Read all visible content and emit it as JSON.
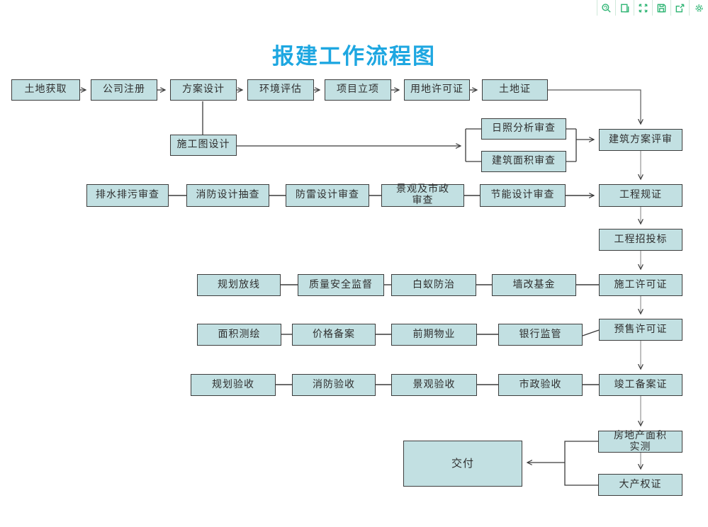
{
  "title": "报建工作流程图",
  "toolbar": {
    "icons": [
      "zoom",
      "fit-page",
      "fullscreen",
      "save",
      "export",
      "settings"
    ]
  },
  "nodes": {
    "land": {
      "label": "土地获取"
    },
    "company": {
      "label": "公司注册"
    },
    "scheme_design": {
      "label": "方案设计"
    },
    "env_assess": {
      "label": "环境评估"
    },
    "project_approval": {
      "label": "项目立项"
    },
    "land_use_permit": {
      "label": "用地许可证"
    },
    "land_cert": {
      "label": "土地证"
    },
    "construction_drawing": {
      "label": "施工图设计"
    },
    "sunshine_review": {
      "label": "日照分析审查"
    },
    "floor_area_review": {
      "label": "建筑面积审查"
    },
    "scheme_review": {
      "label": "建筑方案评审"
    },
    "drainage_review": {
      "label": "排水排污审查"
    },
    "fire_design_check": {
      "label": "消防设计抽查"
    },
    "lightning_review": {
      "label": "防雷设计审查"
    },
    "landscape_municipal_review": {
      "label": "景观及市政审查"
    },
    "energy_review": {
      "label": "节能设计审查"
    },
    "planning_permit": {
      "label": "工程规证"
    },
    "bidding": {
      "label": "工程招投标"
    },
    "planning_layout": {
      "label": "规划放线"
    },
    "quality_supervision": {
      "label": "质量安全监督"
    },
    "termite_control": {
      "label": "白蚁防治"
    },
    "wall_reform_fund": {
      "label": "墙改基金"
    },
    "construction_permit": {
      "label": "施工许可证"
    },
    "area_surveying": {
      "label": "面积测绘"
    },
    "price_filing": {
      "label": "价格备案"
    },
    "preliminary_property": {
      "label": "前期物业"
    },
    "bank_supervision": {
      "label": "银行监管"
    },
    "presale_permit": {
      "label": "预售许可证"
    },
    "planning_acceptance": {
      "label": "规划验收"
    },
    "fire_acceptance": {
      "label": "消防验收"
    },
    "landscape_acceptance": {
      "label": "景观验收"
    },
    "municipal_acceptance": {
      "label": "市政验收"
    },
    "completion_filing": {
      "label": "竣工备案证"
    },
    "area_measurement": {
      "label": "房地产面积实测"
    },
    "property_cert": {
      "label": "大产权证"
    },
    "delivery": {
      "label": "交付"
    }
  },
  "colors": {
    "title": "#1ea7e1",
    "node_fill": "#c2e0e2",
    "node_border": "#3d3d3d",
    "node_text": "#2f2f2f",
    "edge_dark": "#3a3a3a",
    "edge_gray": "#8a8a8a",
    "toolbar_icon": "#2fb574"
  }
}
